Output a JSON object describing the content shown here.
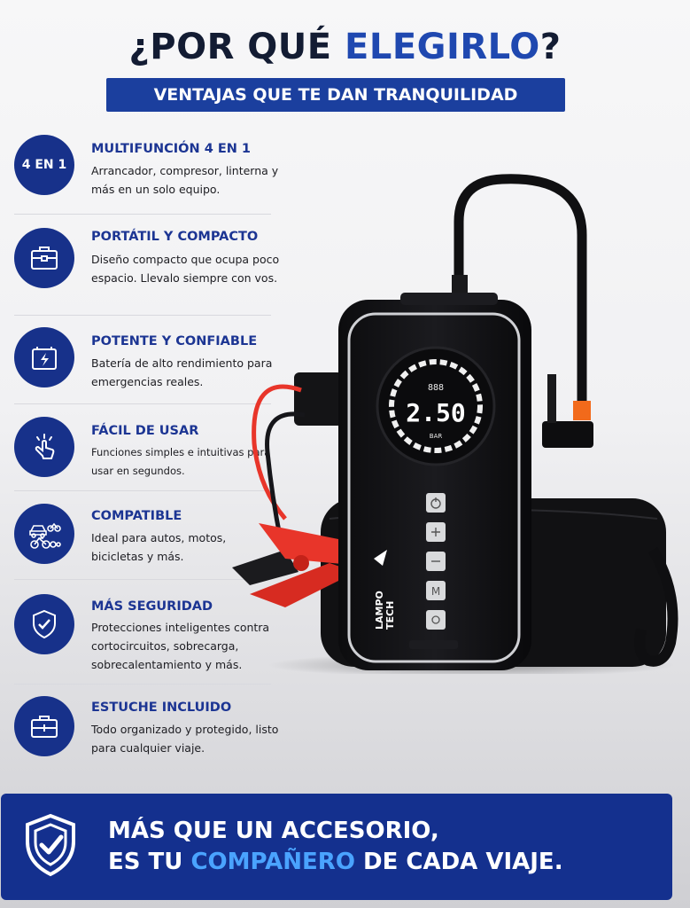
{
  "header": {
    "title_part1": "¿POR QUÉ ",
    "title_accent": "ELEGIRLO",
    "title_part2": "?",
    "subtitle": "VENTAJAS QUE TE DAN TRANQUILIDAD"
  },
  "features": [
    {
      "icon": "4-en-1-badge",
      "badge_text": "4 EN 1",
      "title": "MULTIFUNCIÓN 4 EN 1",
      "desc": "Arrancador, compresor, linterna y más en un solo equipo."
    },
    {
      "icon": "briefcase-icon",
      "title": "PORTÁTIL Y COMPACTO",
      "desc": "Diseño compacto que ocupa poco espacio. Llevalo siempre con vos."
    },
    {
      "icon": "battery-bolt-icon",
      "title": "POTENTE Y CONFIABLE",
      "desc": "Batería de alto rendimiento para emergencias reales."
    },
    {
      "icon": "hand-tap-icon",
      "title": "FÁCIL DE USAR",
      "desc": "Funciones simples e intuitivas para usar en segundos."
    },
    {
      "icon": "vehicles-icon",
      "title": "COMPATIBLE",
      "desc": "Ideal para autos, motos, bicicletas y más."
    },
    {
      "icon": "shield-check-icon",
      "title": "MÁS SEGURIDAD",
      "desc": "Protecciones inteligentes contra cortocircuitos, sobrecarga, sobrecalentamiento y más."
    },
    {
      "icon": "case-icon",
      "title": "ESTUCHE INCLUIDO",
      "desc": "Todo organizado y protegido, listo para cualquier viaje."
    }
  ],
  "device": {
    "display_top": "888",
    "display_value": "2.50",
    "display_unit": "BAR",
    "brand_line1": "LAMPO",
    "brand_line2": "TECH",
    "buttons": [
      "power",
      "+",
      "−",
      "M",
      "light"
    ]
  },
  "footer": {
    "line1": "MÁS QUE UN ACCESORIO,",
    "line2_part1": "ES TU ",
    "line2_accent": "COMPAÑERO",
    "line2_part2": " DE CADA VIAJE."
  },
  "colors": {
    "brand_blue": "#1b3f9e",
    "accent_blue": "#4aa3ff",
    "clamp_red": "#e8352a",
    "hose_orange": "#f26a1b"
  }
}
